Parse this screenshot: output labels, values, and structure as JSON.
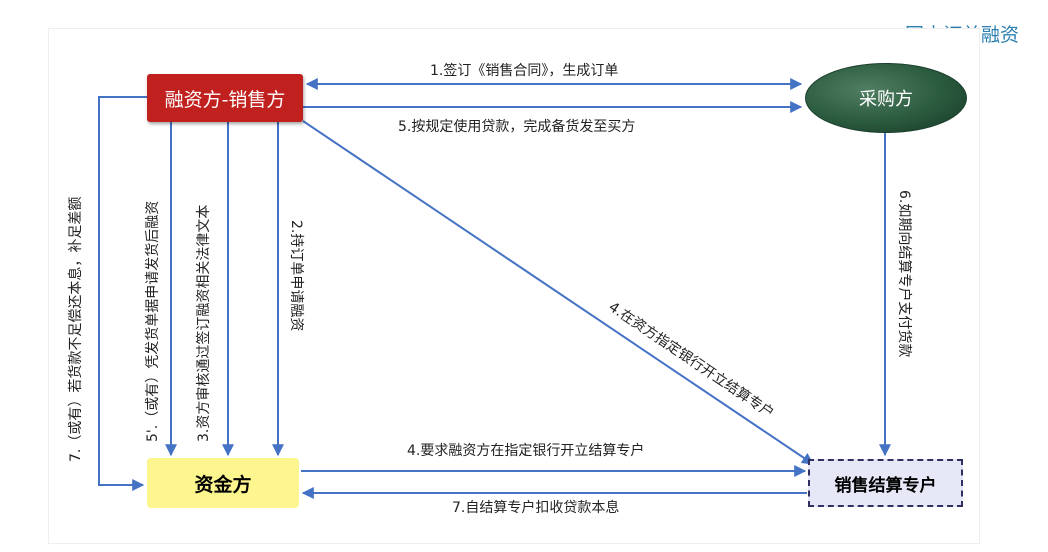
{
  "corner_title": "国内订单融资",
  "nodes": {
    "seller": "融资方-销售方",
    "buyer": "采购方",
    "funder": "资金方",
    "account": "销售结算专户"
  },
  "edges": {
    "e1": "1.签订《销售合同》，生成订单",
    "e5": "5.按规定使用贷款，完成备货发至买方",
    "e2": "2.持订单申请融资",
    "e3": "3.资方审核通过签订融资相关法律文本",
    "e5b": "5'.（或有）凭发货单据申请发货后融资",
    "e7b": "7.（或有）若货款不足偿还本息，补足差额",
    "e4a": "4.在资方指定银行开立结算专户",
    "e4b": "4.要求融资方在指定银行开立结算专户",
    "e6": "6.如期向结算专户支付货款",
    "e7": "7.自结算专户扣收贷款本息"
  },
  "colors": {
    "arrow": "#4472c4",
    "seller_box": "#c0211f",
    "buyer_ellipse": "#2a5a3e",
    "funder_box": "#fdf58d",
    "account_box": "#e6e8f8",
    "corner_title": "#2a7fb0"
  }
}
